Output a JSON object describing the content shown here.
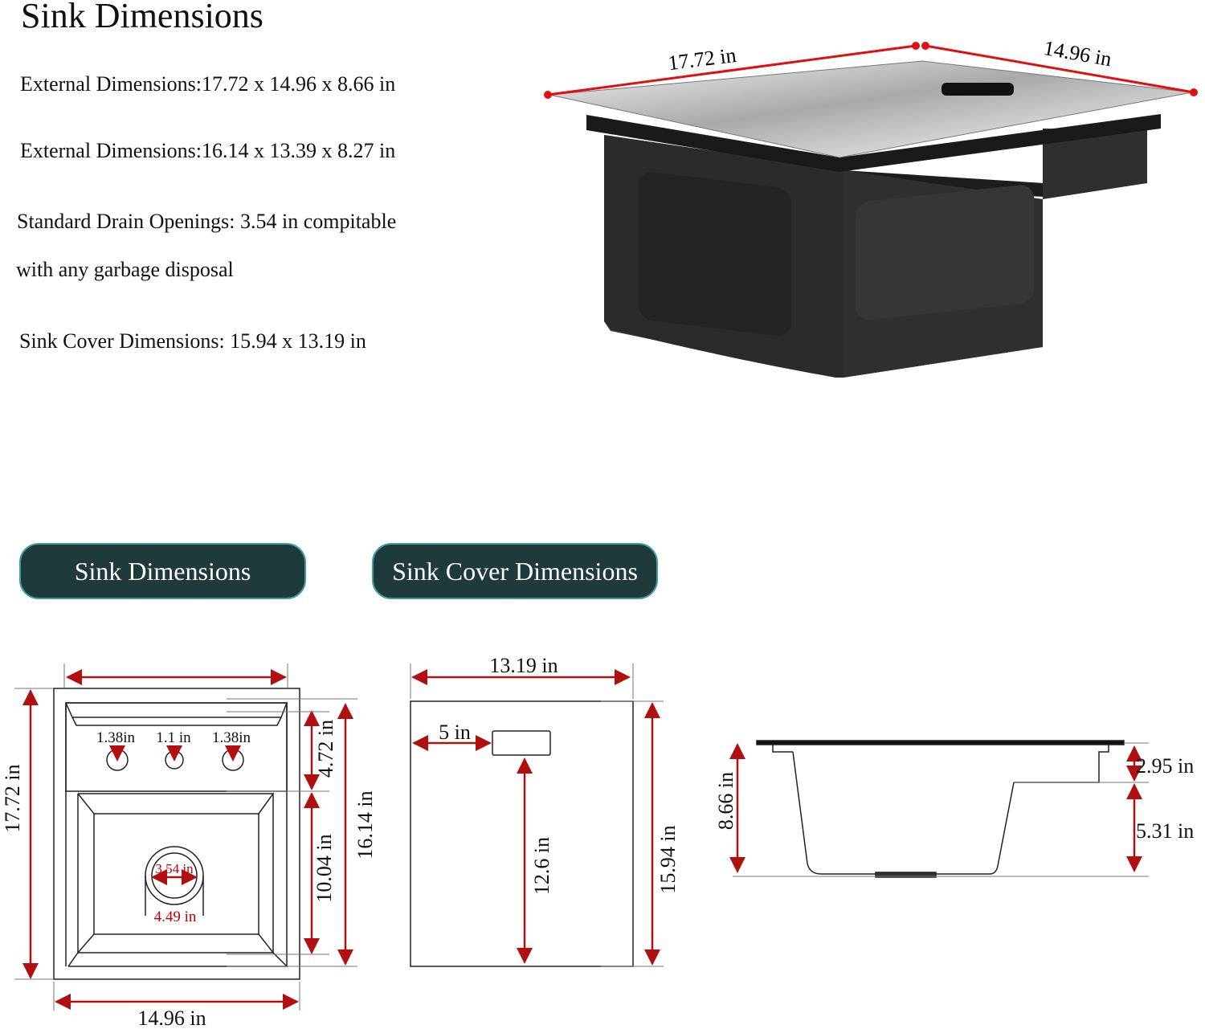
{
  "title": "Sink Dimensions",
  "specs": {
    "external_1": "External Dimensions:17.72 x 14.96 x 8.66 in",
    "external_2": "External Dimensions:16.14 x 13.39 x 8.27 in",
    "drain_line1": "Standard Drain Openings: 3.54 in compitable",
    "drain_line2": "with any garbage disposal",
    "cover": "Sink Cover Dimensions: 15.94 x 13.19 in"
  },
  "tabs": {
    "sink": "Sink Dimensions",
    "cover": "Sink Cover Dimensions"
  },
  "product_view": {
    "length_label": "17.72 in",
    "width_label": "14.96 in"
  },
  "top_view": {
    "width_label": "14.96 in",
    "length_label": "17.72 in",
    "inner_length_label": "16.14 in",
    "shelf_depth_label": "4.72 in",
    "basin_depth_label": "10.04 in",
    "hole_left_label": "1.38in",
    "hole_mid_label": "1.1 in",
    "hole_right_label": "1.38in",
    "drain_inner_label": "3.54 in",
    "drain_outer_label": "4.49 in"
  },
  "cover_view": {
    "width_label": "13.19 in",
    "length_label": "15.94 in",
    "handle_offset_label": "5 in",
    "handle_distance_label": "12.6 in"
  },
  "side_view": {
    "total_height_label": "8.66 in",
    "upper_height_label": "2.95 in",
    "lower_height_label": "5.31 in"
  },
  "colors": {
    "dimension_red": "#b01010",
    "marker_red": "#e01010",
    "tab_fill": "#1f3a3a",
    "tab_border": "#3f9ca0",
    "sink_body": "#2a2a2a"
  }
}
